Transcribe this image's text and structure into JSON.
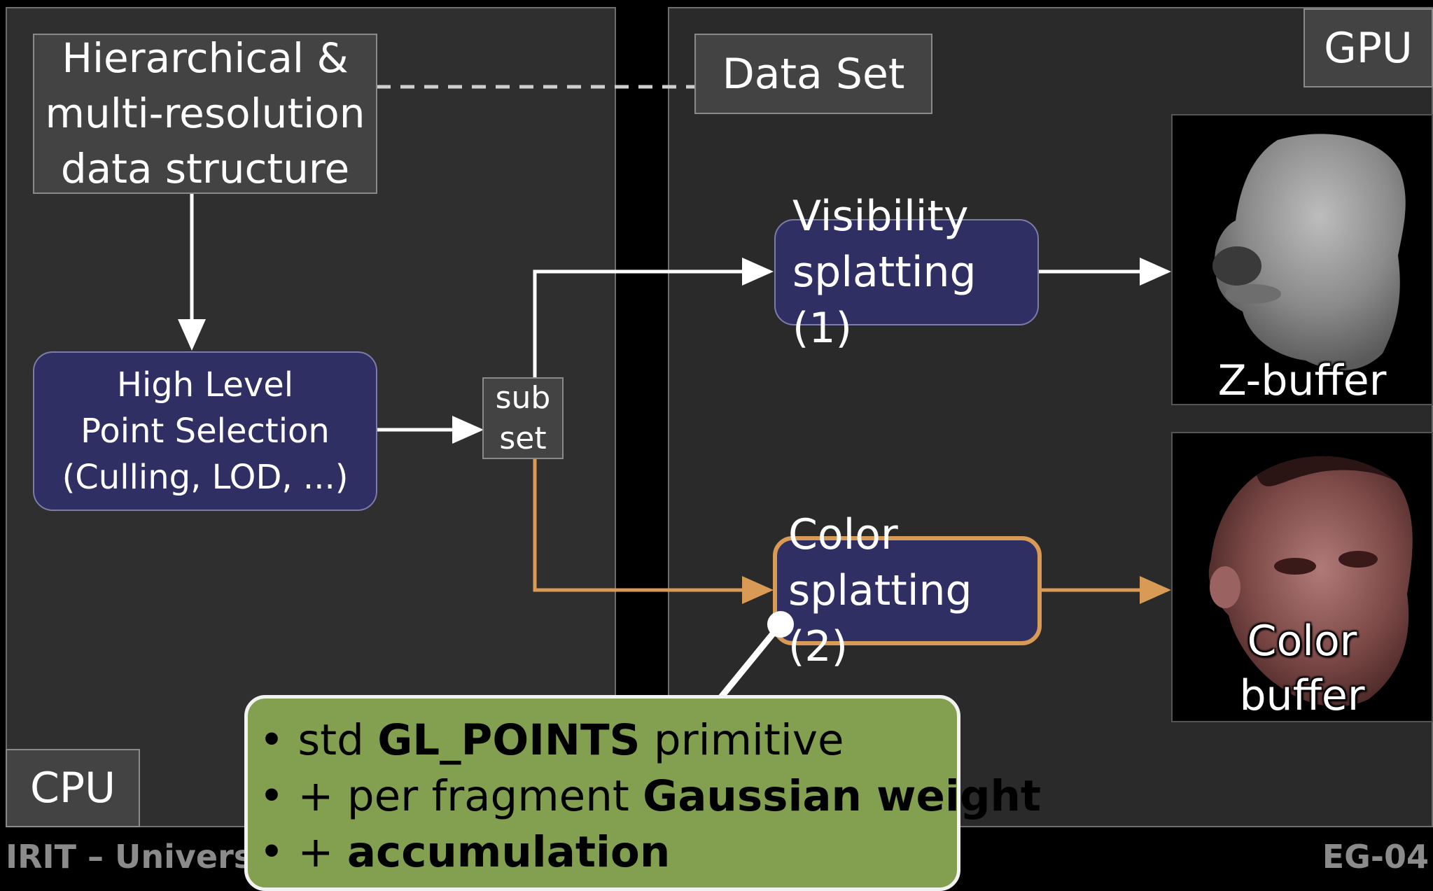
{
  "panels": {
    "cpu_label": "CPU",
    "gpu_label": "GPU"
  },
  "nodes": {
    "hierarchical": "Hierarchical &\nmulti-resolution\ndata structure",
    "data_set": "Data Set",
    "point_selection": "High Level\nPoint Selection\n(Culling, LOD, ...)",
    "subset": "sub\nset",
    "visibility": "Visibility\nsplatting  (1)",
    "color_splat": "Color\nsplatting  (2)"
  },
  "images": {
    "zbuffer_label": "Z-buffer",
    "colorbuffer_label": "Color\nbuffer"
  },
  "callout": {
    "b1_pre": "std ",
    "b1_bold": "GL_POINTS",
    "b1_post": " primitive",
    "b2_pre": "+ per fragment ",
    "b2_bold": "Gaussian weight",
    "b3_pre": "+ ",
    "b3_bold": "accumulation"
  },
  "footer": {
    "left": "IRIT – University of Toulouse – France",
    "right": "EG-04"
  },
  "colors": {
    "arrow_white": "#ffffff",
    "arrow_orange": "#d99a55",
    "callout_bg": "#82a050",
    "node_blue": "#2f2f63"
  }
}
